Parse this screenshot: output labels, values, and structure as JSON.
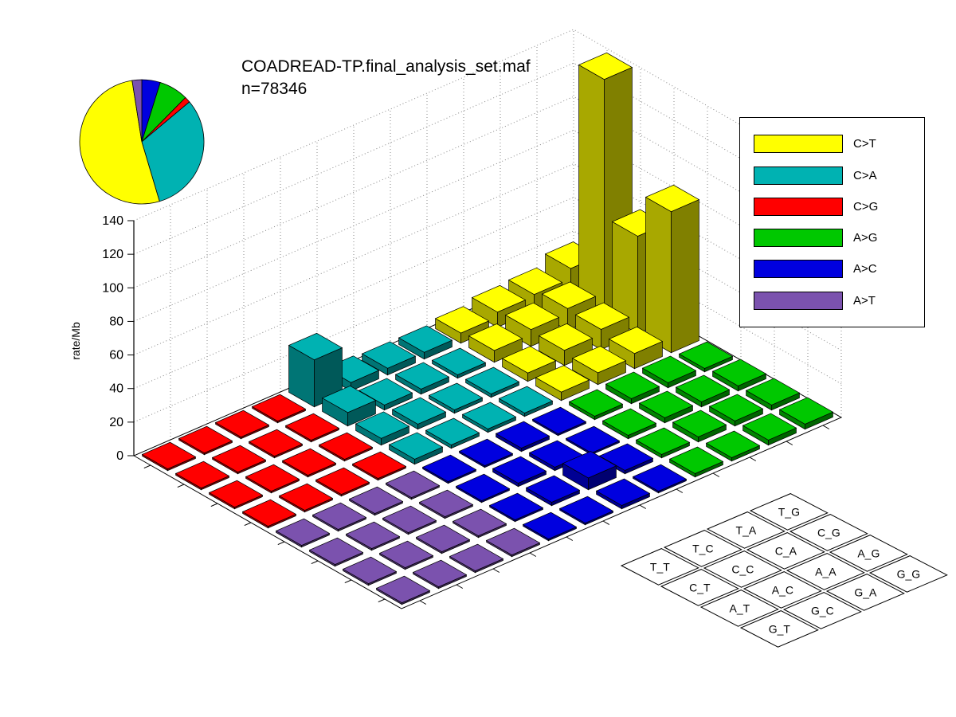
{
  "title": "COADREAD-TP.final_analysis_set.maf",
  "subtitle": "n=78346",
  "legend": {
    "items": [
      {
        "label": "C>T",
        "color": "#FFFF00"
      },
      {
        "label": "C>A",
        "color": "#00B2B2"
      },
      {
        "label": "C>G",
        "color": "#FF0000"
      },
      {
        "label": "A>G",
        "color": "#00C800"
      },
      {
        "label": "A>C",
        "color": "#0000DF"
      },
      {
        "label": "A>T",
        "color": "#7B52AE"
      }
    ]
  },
  "chart_data": {
    "type": "bar",
    "variant": "3d-mutation-lego-plot",
    "title": "COADREAD-TP.final_analysis_set.maf",
    "n_label": "n=78346",
    "zlabel": "rate/Mb",
    "zlim": [
      0,
      140
    ],
    "zticks": [
      0,
      20,
      40,
      60,
      80,
      100,
      120,
      140
    ],
    "grid": "dotted-walls",
    "legend_position": "top-right",
    "context_letters": [
      "T",
      "C",
      "A",
      "G"
    ],
    "context_labels_grid": [
      [
        "T_T",
        "T_C",
        "T_A",
        "T_G"
      ],
      [
        "C_T",
        "C_C",
        "C_A",
        "C_G"
      ],
      [
        "A_T",
        "A_C",
        "A_A",
        "A_G"
      ],
      [
        "G_T",
        "G_C",
        "G_A",
        "G_G"
      ]
    ],
    "blocks": [
      {
        "type": "C>G",
        "color": "#FF0000",
        "col": 0,
        "row": 0
      },
      {
        "type": "A>T",
        "color": "#7B52AE",
        "col": 0,
        "row": 1
      },
      {
        "type": "C>A",
        "color": "#00B2B2",
        "col": 1,
        "row": 0
      },
      {
        "type": "A>C",
        "color": "#0000DF",
        "col": 1,
        "row": 1
      },
      {
        "type": "C>T",
        "color": "#FFFF00",
        "col": 2,
        "row": 0
      },
      {
        "type": "A>G",
        "color": "#00C800",
        "col": 2,
        "row": 1
      }
    ],
    "rates_unit": "rate/Mb",
    "rates": {
      "C>T": [
        [
          6,
          9,
          10,
          16
        ],
        [
          7,
          10,
          13,
          140
        ],
        [
          5,
          9,
          12,
          58
        ],
        [
          5,
          7,
          9,
          84
        ]
      ],
      "C>A": [
        [
          28,
          5,
          4,
          4
        ],
        [
          8,
          3,
          3,
          2
        ],
        [
          4,
          3,
          2,
          2
        ],
        [
          3,
          2,
          2,
          2
        ]
      ],
      "C>G": [
        [
          1,
          1,
          1,
          1
        ],
        [
          1,
          1,
          1,
          1
        ],
        [
          1,
          1,
          1,
          1
        ],
        [
          1,
          1,
          1,
          1
        ]
      ],
      "A>G": [
        [
          2,
          3,
          3,
          2
        ],
        [
          2,
          3,
          3,
          3
        ],
        [
          2,
          3,
          3,
          3
        ],
        [
          2,
          2,
          3,
          3
        ]
      ],
      "A>C": [
        [
          1,
          1,
          2,
          1
        ],
        [
          1,
          2,
          2,
          1
        ],
        [
          1,
          2,
          7,
          2
        ],
        [
          1,
          1,
          2,
          1
        ]
      ],
      "A>T": [
        [
          1,
          1,
          1,
          1
        ],
        [
          1,
          1,
          1,
          1
        ],
        [
          1,
          1,
          1,
          1
        ],
        [
          1,
          1,
          1,
          1
        ]
      ]
    },
    "pie": {
      "order_clockwise_from_top": [
        "A>C",
        "A>G",
        "C>G",
        "C>A",
        "C>T",
        "A>T"
      ],
      "percents": {
        "A>C": 4.8,
        "A>G": 7.6,
        "C>G": 1.5,
        "C>A": 31.5,
        "C>T": 52.1,
        "A>T": 2.5
      }
    }
  }
}
